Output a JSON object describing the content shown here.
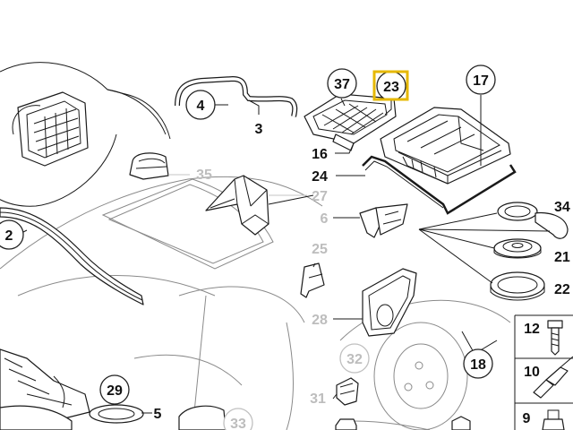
{
  "labels": {
    "l2": "2",
    "l3": "3",
    "l4": "4",
    "l5": "5",
    "l6": "6",
    "l9": "9",
    "l10": "10",
    "l12": "12",
    "l16": "16",
    "l17": "17",
    "l18": "18",
    "l21": "21",
    "l22": "22",
    "l23": "23",
    "l24": "24",
    "l25": "25",
    "l27": "27",
    "l28": "28",
    "l29": "29",
    "l31": "31",
    "l32": "32",
    "l33": "33",
    "l34": "34",
    "l35": "35",
    "l37": "37"
  },
  "highlighted_part": "23",
  "colors": {
    "highlight": "#e6b800",
    "line": "#1a1a1a",
    "inactive_label": "#bdbdbd"
  }
}
